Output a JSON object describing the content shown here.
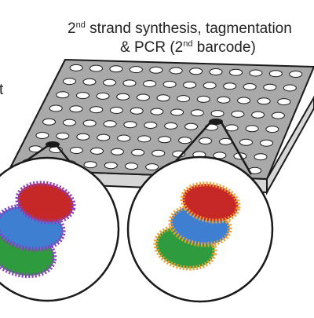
{
  "caption": {
    "line1_pre": "2",
    "line1_sup": "nd",
    "line1_post": " strand synthesis, tagmentation",
    "line2_pre": "& PCR (2",
    "line2_sup": "nd",
    "line2_post": " barcode)"
  },
  "left_fragment": "t",
  "colors": {
    "outline": "#1a1a1a",
    "plate_top": "#a9a9a9",
    "plate_side": "#d6d6d6",
    "well": "#ffffff",
    "red": "#c62828",
    "blue": "#3f7fd1",
    "green": "#2e9c3e",
    "purple_adapters": "#8a3fc0",
    "orange_adapters": "#f0a030"
  }
}
